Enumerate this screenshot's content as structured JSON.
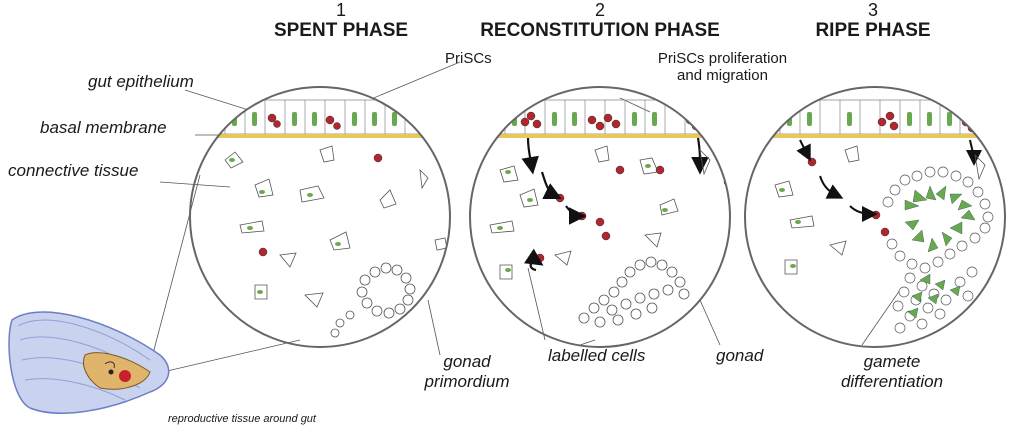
{
  "phases": [
    {
      "number": "1",
      "title": "SPENT PHASE"
    },
    {
      "number": "2",
      "title": "RECONSTITUTION PHASE"
    },
    {
      "number": "3",
      "title": "RIPE PHASE"
    }
  ],
  "left_labels": {
    "gut_epithelium": "gut epithelium",
    "basal_membrane": "basal membrane",
    "connective_tissue": "connective tissue"
  },
  "top_labels": {
    "priscs": "PriSCs",
    "priscs_prolif_line1": "PriSCs proliferation",
    "priscs_prolif_line2": "and migration"
  },
  "bottom_labels": {
    "gonad_primordium_line1": "gonad",
    "gonad_primordium_line2": "primordium",
    "labelled_cells": "labelled cells",
    "gonad": "gonad",
    "gamete_line1": "gamete",
    "gamete_line2": "differentiation",
    "reproductive_tissue": "reproductive tissue around gut"
  },
  "colors": {
    "circle_stroke": "#666666",
    "basal_membrane": "#e8c85a",
    "cell_green": "#6aa84f",
    "labelled_red": "#b3262e",
    "mussel_blue": "#8fa0d6",
    "gut_orange": "#e0b46a"
  }
}
